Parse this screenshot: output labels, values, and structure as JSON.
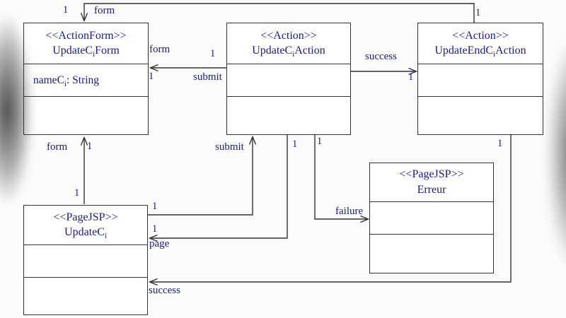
{
  "diagram": {
    "type": "uml-class-diagram",
    "colors": {
      "text": "#1a1a8c",
      "line": "#333333",
      "background": "#fbfbfb"
    },
    "classes": {
      "update_ci_form": {
        "stereotype": "<<ActionForm>>",
        "name_pre": "UpdateC",
        "name_sub": "i",
        "name_post": "Form",
        "attr_pre": "nameC",
        "attr_sub": "i",
        "attr_post": ": String"
      },
      "update_ci_action": {
        "stereotype": "<<Action>>",
        "name_pre": "UpdateC",
        "name_sub": "i",
        "name_post": "Action"
      },
      "update_end_ci_action": {
        "stereotype": "<<Action>>",
        "name_pre": "UpdateEndC",
        "name_sub": "i",
        "name_post": "Action"
      },
      "erreur": {
        "stereotype": "<<PageJSP>>",
        "name_pre": "Erreur",
        "name_sub": "",
        "name_post": ""
      },
      "update_ci": {
        "stereotype": "<<PageJSP>>",
        "name_pre": "UpdateC",
        "name_sub": "i",
        "name_post": ""
      }
    },
    "labels": {
      "top_form_mult_left": "1",
      "top_form_role": "form",
      "top_form_mult_right": "1",
      "form_role": "form",
      "form_mult_action_end": "1",
      "form_mult_form_end": "1",
      "submit_role": "submit",
      "success_role": "success",
      "success_mult": "1",
      "form_up_role": "form",
      "form_up_mult_top": "1",
      "form_up_mult_bottom": "1",
      "submit_up_role": "submit",
      "submit_up_mult": "1",
      "page_mult_action_end": "1",
      "page_mult_page_end": "1",
      "page_role": "page",
      "failure_mult_action_end": "1",
      "failure_role": "failure",
      "success_bottom_mult": "1",
      "success_bottom_role": "success"
    }
  }
}
